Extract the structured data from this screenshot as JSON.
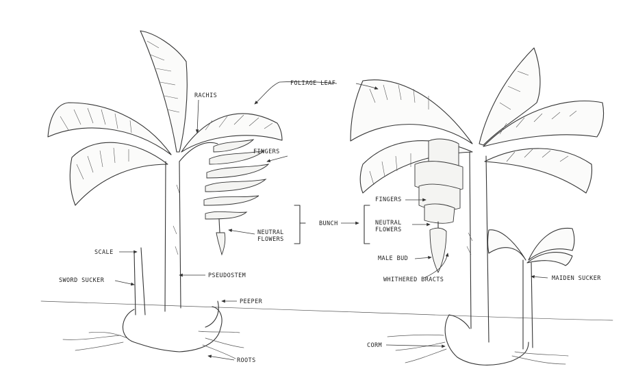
{
  "labels": {
    "foliage_leaf": "FOLIAGE LEAF",
    "rachis": "RACHIS",
    "fingers_left": "FINGERS",
    "neutral_flowers_left_1": "NEUTRAL",
    "neutral_flowers_left_2": "FLOWERS",
    "bunch": "BUNCH",
    "fingers_right": "FINGERS",
    "neutral_flowers_right_1": "NEUTRAL",
    "neutral_flowers_right_2": "FLOWERS",
    "male_bud": "MALE BUD",
    "withered_bracts": "WHITHERED BRACTS",
    "maiden_sucker": "MAIDEN SUCKER",
    "scale": "SCALE",
    "sword_sucker": "SWORD SUCKER",
    "pseudostem": "PSEUDOSTEM",
    "peeper": "PEEPER",
    "corm": "CORM",
    "roots": "ROOTS"
  },
  "colors": {
    "ink": "#333333",
    "paper": "#ffffff"
  }
}
